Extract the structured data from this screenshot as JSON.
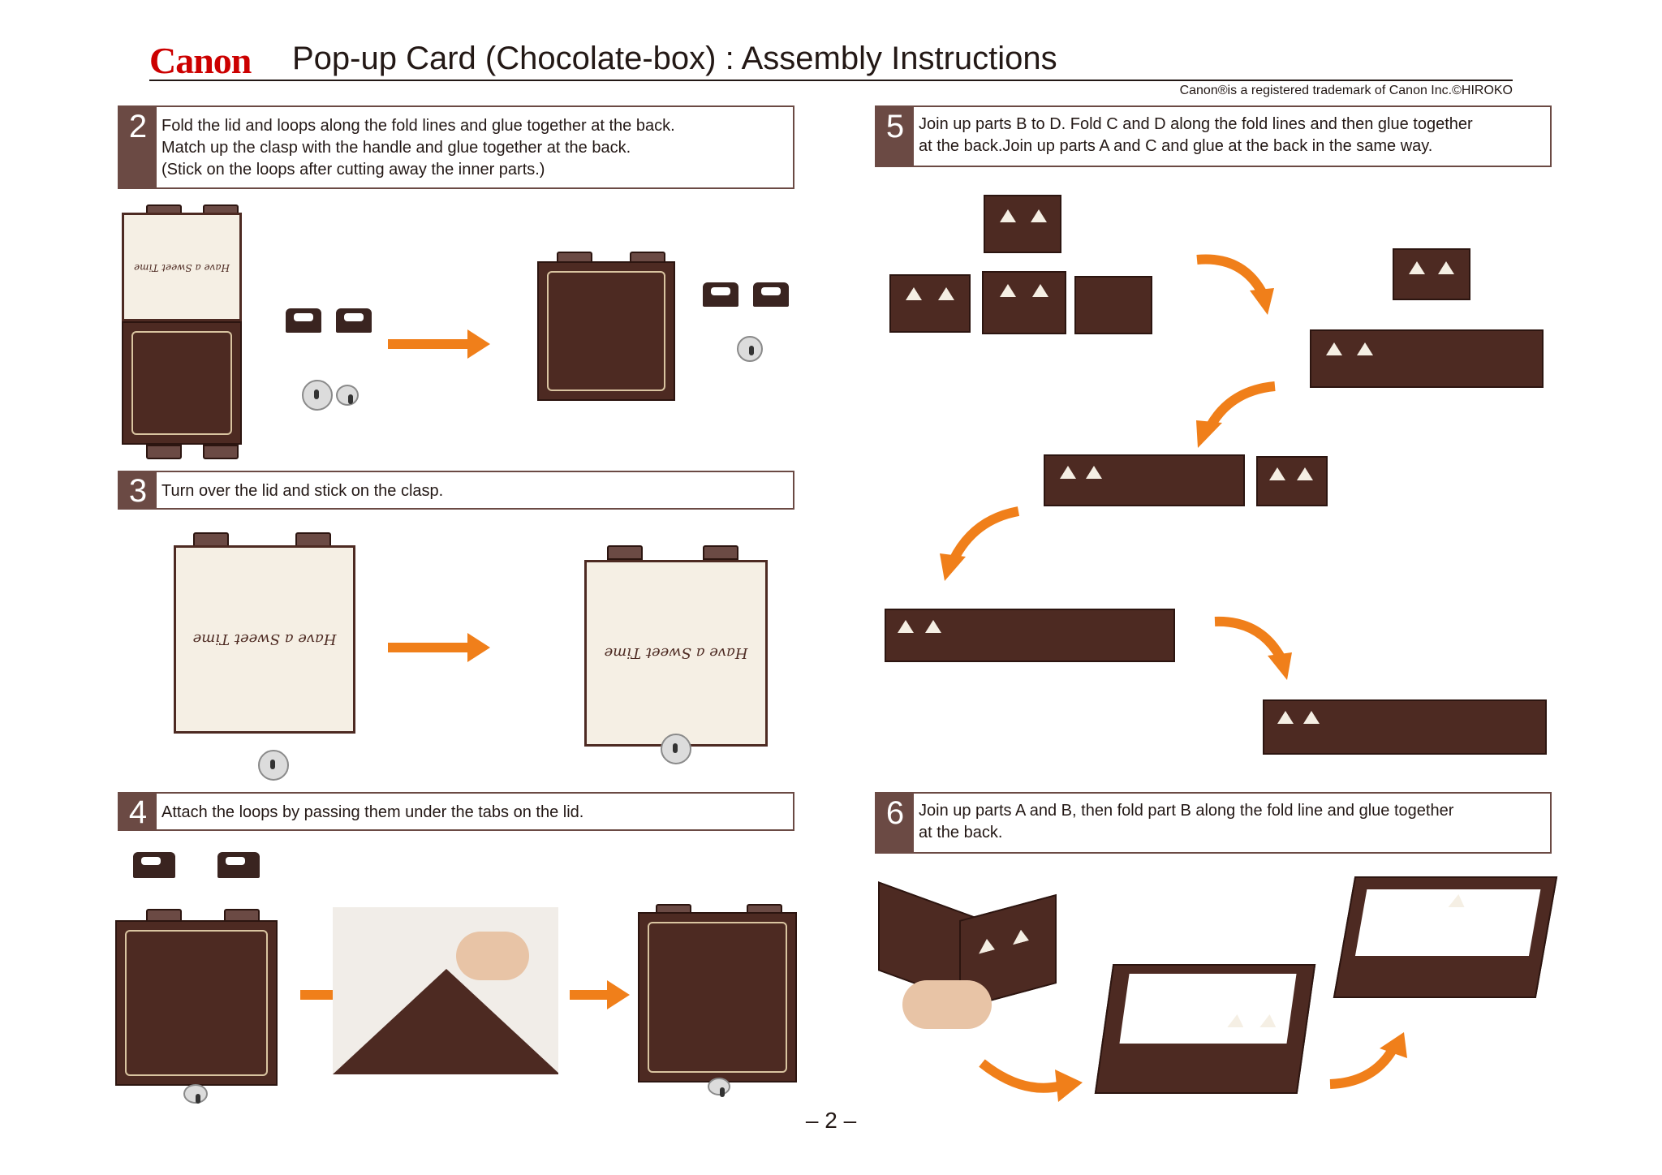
{
  "header": {
    "brand": "Canon",
    "title": "Pop-up Card (Chocolate-box) : Assembly Instructions",
    "trademark": "Canon®is a registered trademark of Canon Inc.©HIROKO"
  },
  "steps": [
    {
      "num": "2",
      "text": "Fold the lid and loops along the fold lines and glue together at the back.\nMatch up the clasp with the handle and glue together at the back.\n(Stick on the loops after cutting away the inner parts.)"
    },
    {
      "num": "3",
      "text": "Turn over the lid and stick on the clasp."
    },
    {
      "num": "4",
      "text": "Attach the loops by passing them under the tabs on the lid."
    },
    {
      "num": "5",
      "text": "Join up parts B to D.  Fold C and D along the fold lines and then glue together\nat the back.Join up parts A and C and glue at the back in the same way."
    },
    {
      "num": "6",
      "text": "Join up parts A and B, then fold part B along the fold line and glue together\nat the back."
    }
  ],
  "card_text": "Have a Sweet Time",
  "page_number": "– 2 –",
  "colors": {
    "accent": "#6b4a44",
    "arrow": "#f07f1a",
    "chocolate": "#4d2a22",
    "cream": "#f5efe4"
  }
}
